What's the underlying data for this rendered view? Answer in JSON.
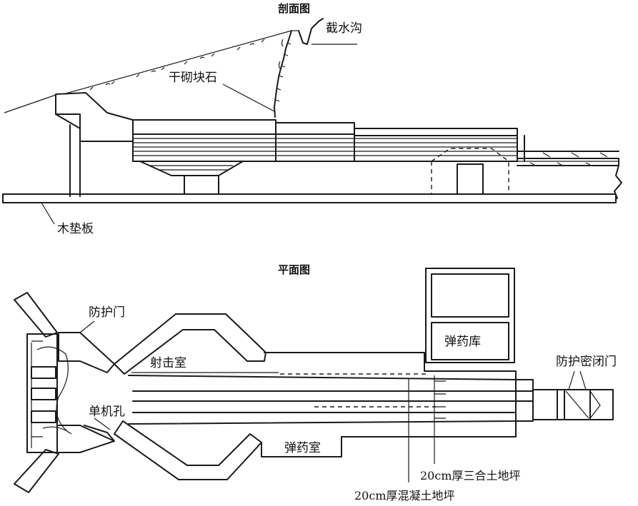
{
  "section": {
    "title": "剖面图",
    "labels": {
      "drain_ditch": "截水沟",
      "dry_stone": "干砌块石",
      "wood_pad": "木垫板"
    }
  },
  "plan": {
    "title": "平面图",
    "labels": {
      "protective_door": "防护门",
      "firing_room": "射击室",
      "ammo_store": "弹药库",
      "sealed_door": "防护密闭门",
      "loophole": "单机孔",
      "ammo_room": "弹药室",
      "lime_floor": "20cm厚三合土地坪",
      "concrete_floor": "20cm厚混凝土地坪"
    }
  }
}
